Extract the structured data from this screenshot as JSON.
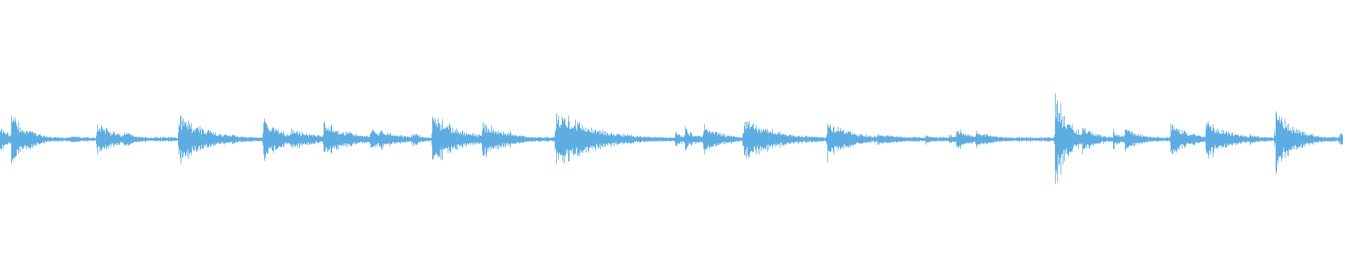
{
  "waveform": {
    "color": "#5DADE2",
    "background": "#ffffff",
    "baseline_amplitude": 0.02,
    "duration_fraction_range": [
      0,
      1
    ],
    "onsets": [
      {
        "t": 0.0,
        "peak": 0.12,
        "decay": 0.008
      },
      {
        "t": 0.008,
        "peak": 0.28,
        "decay": 0.01
      },
      {
        "t": 0.021,
        "peak": 0.12,
        "decay": 0.01
      },
      {
        "t": 0.053,
        "peak": 0.05,
        "decay": 0.006
      },
      {
        "t": 0.072,
        "peak": 0.17,
        "decay": 0.014
      },
      {
        "t": 0.092,
        "peak": 0.1,
        "decay": 0.008
      },
      {
        "t": 0.133,
        "peak": 0.26,
        "decay": 0.02
      },
      {
        "t": 0.172,
        "peak": 0.05,
        "decay": 0.01
      },
      {
        "t": 0.196,
        "peak": 0.22,
        "decay": 0.014
      },
      {
        "t": 0.217,
        "peak": 0.11,
        "decay": 0.018
      },
      {
        "t": 0.241,
        "peak": 0.17,
        "decay": 0.02
      },
      {
        "t": 0.276,
        "peak": 0.14,
        "decay": 0.006
      },
      {
        "t": 0.282,
        "peak": 0.12,
        "decay": 0.014
      },
      {
        "t": 0.307,
        "peak": 0.09,
        "decay": 0.006
      },
      {
        "t": 0.322,
        "peak": 0.26,
        "decay": 0.02
      },
      {
        "t": 0.359,
        "peak": 0.2,
        "decay": 0.016
      },
      {
        "t": 0.379,
        "peak": 0.08,
        "decay": 0.012
      },
      {
        "t": 0.414,
        "peak": 0.3,
        "decay": 0.028
      },
      {
        "t": 0.503,
        "peak": 0.09,
        "decay": 0.006
      },
      {
        "t": 0.51,
        "peak": 0.12,
        "decay": 0.008
      },
      {
        "t": 0.524,
        "peak": 0.15,
        "decay": 0.014
      },
      {
        "t": 0.554,
        "peak": 0.22,
        "decay": 0.024
      },
      {
        "t": 0.616,
        "peak": 0.2,
        "decay": 0.018
      },
      {
        "t": 0.653,
        "peak": 0.06,
        "decay": 0.02
      },
      {
        "t": 0.689,
        "peak": 0.05,
        "decay": 0.006
      },
      {
        "t": 0.707,
        "peak": 0.05,
        "decay": 0.006
      },
      {
        "t": 0.712,
        "peak": 0.12,
        "decay": 0.01
      },
      {
        "t": 0.727,
        "peak": 0.08,
        "decay": 0.014
      },
      {
        "t": 0.786,
        "peak": 0.48,
        "decay": 0.01
      },
      {
        "t": 0.806,
        "peak": 0.14,
        "decay": 0.012
      },
      {
        "t": 0.829,
        "peak": 0.1,
        "decay": 0.006
      },
      {
        "t": 0.838,
        "peak": 0.12,
        "decay": 0.012
      },
      {
        "t": 0.872,
        "peak": 0.17,
        "decay": 0.014
      },
      {
        "t": 0.898,
        "peak": 0.22,
        "decay": 0.016
      },
      {
        "t": 0.931,
        "peak": 0.05,
        "decay": 0.008
      },
      {
        "t": 0.95,
        "peak": 0.36,
        "decay": 0.01
      },
      {
        "t": 0.957,
        "peak": 0.2,
        "decay": 0.014
      },
      {
        "t": 0.998,
        "peak": 0.1,
        "decay": 0.004
      }
    ]
  }
}
